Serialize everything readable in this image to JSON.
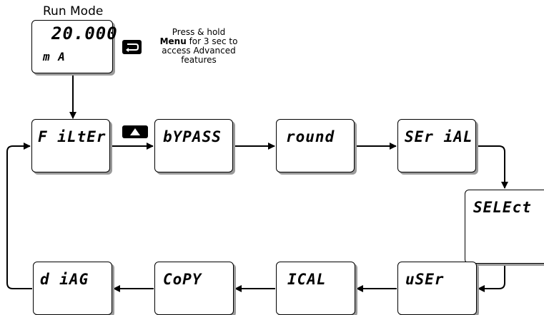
{
  "run_mode": {
    "title": "Run Mode",
    "display_value": "20.000",
    "display_unit": "m A",
    "note_line1": "Press & hold",
    "note_bold": "Menu",
    "note_line2_rest": " for 3 sec to",
    "note_line3": "access Advanced",
    "note_line4": "features"
  },
  "menu_items": [
    {
      "id": "filter",
      "label": "F iLtEr"
    },
    {
      "id": "bypass",
      "label": "bYPASS"
    },
    {
      "id": "round",
      "label": "round"
    },
    {
      "id": "serial",
      "label": "SEr iAL"
    },
    {
      "id": "select",
      "label": "SELEct"
    },
    {
      "id": "user",
      "label": "uSEr"
    },
    {
      "id": "ical",
      "label": "ICAL"
    },
    {
      "id": "copy",
      "label": "CoPY"
    },
    {
      "id": "diag",
      "label": "d iAG"
    }
  ],
  "icons": {
    "menu_button": "menu-return-icon",
    "up_button": "up-arrow-icon"
  }
}
